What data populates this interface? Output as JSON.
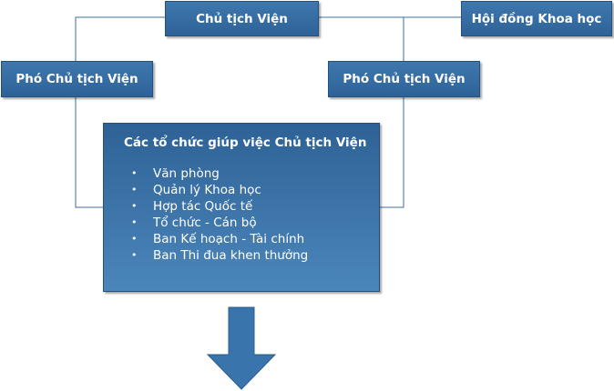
{
  "president": {
    "label": "Chủ tịch Viện"
  },
  "council": {
    "label": "Hội đồng Khoa học"
  },
  "vice_presidents": [
    {
      "label": "Phó Chủ tịch Viện"
    },
    {
      "label": "Phó Chủ tịch Viện"
    }
  ],
  "support": {
    "title": "Các tổ chức giúp việc Chủ tịch Viện",
    "units": [
      "Văn phòng",
      "Quản lý Khoa học",
      "Hợp tác Quốc tế",
      "Tổ chức - Cán bộ",
      "Ban Kế hoạch - Tài chính",
      "Ban Thi đua khen thưởng"
    ]
  },
  "colors": {
    "box_fill": "#2f6599",
    "connector": "#3d6f9f",
    "arrow": "#3a74ac"
  }
}
